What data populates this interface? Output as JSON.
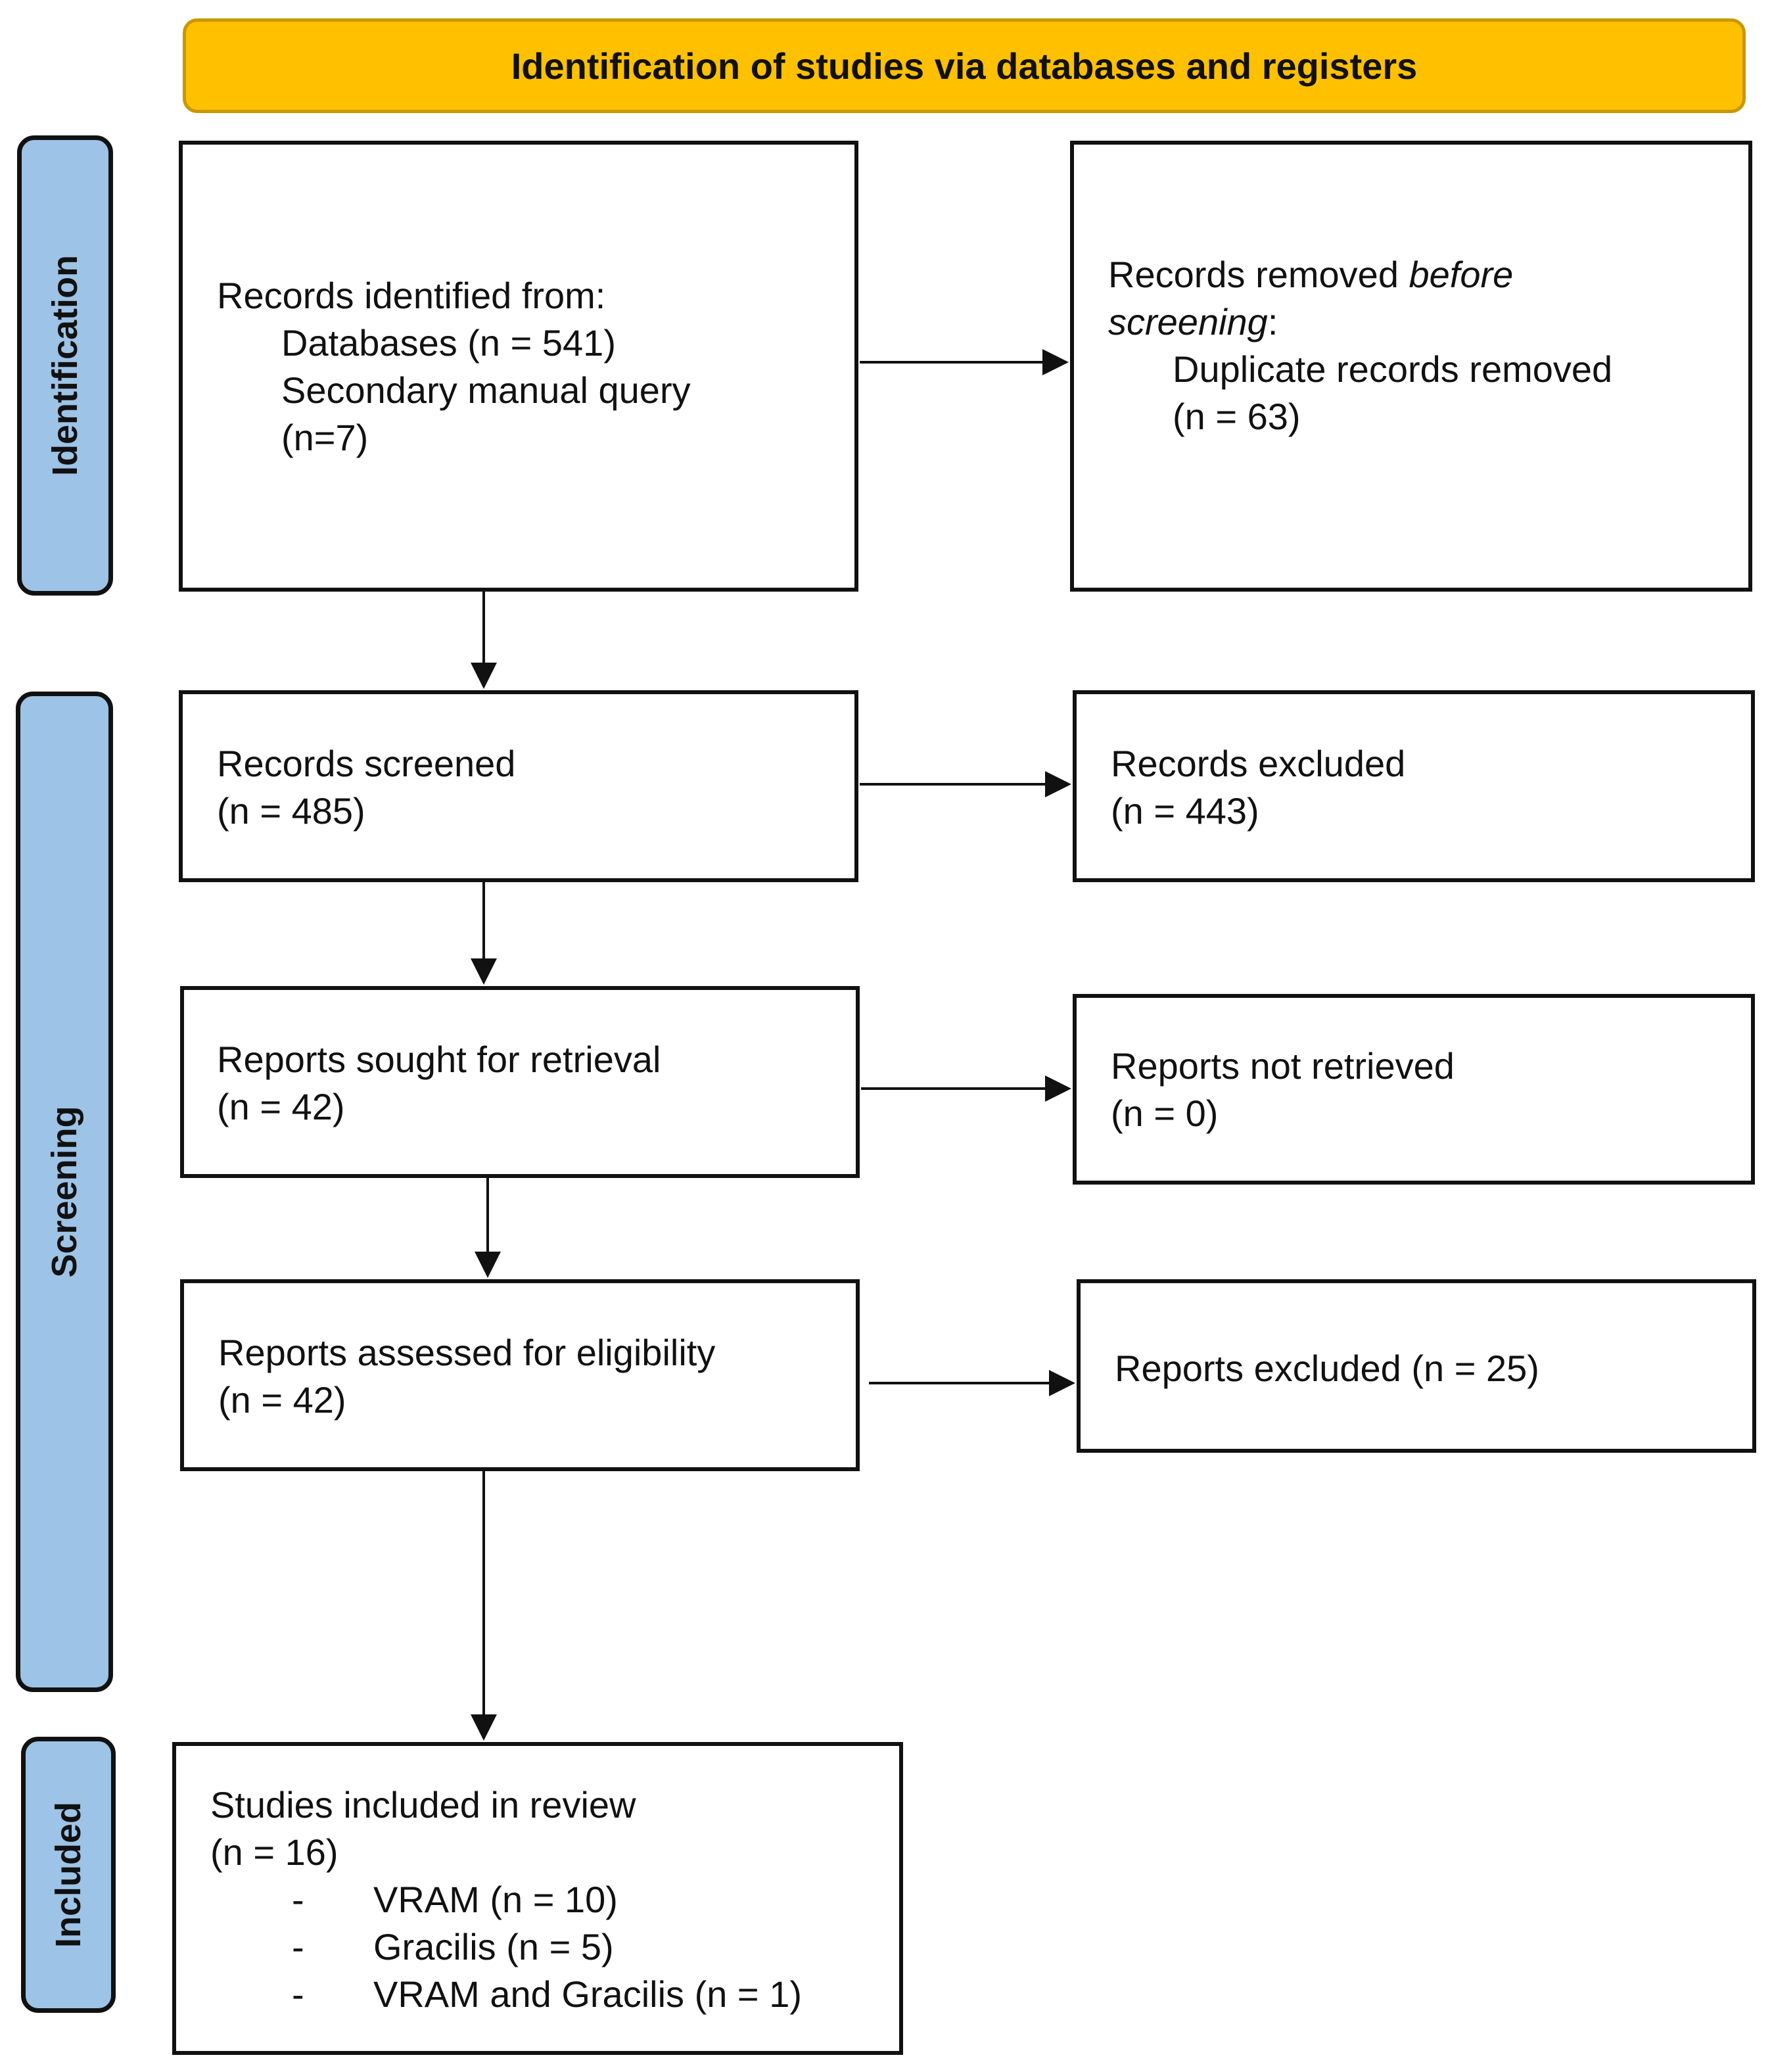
{
  "header": {
    "title": "Identification of studies via databases and registers"
  },
  "phases": {
    "identification": "Identification",
    "screening": "Screening",
    "included": "Included"
  },
  "identification": {
    "records_identified": {
      "title": "Records identified from:",
      "databases": "Databases (n = 541)",
      "secondary": "Secondary manual query",
      "secondary_n": "(n=7)"
    },
    "records_removed": {
      "line1_prefix": "Records removed ",
      "line1_italic": "before",
      "line2_italic": "screening",
      "line2_suffix": ":",
      "duplicates": "Duplicate records removed",
      "duplicates_n": "(n = 63)"
    }
  },
  "screening": {
    "records_screened": {
      "title": "Records screened",
      "n": "(n = 485)"
    },
    "records_excluded": {
      "title": "Records excluded",
      "n": "(n = 443)"
    },
    "reports_sought": {
      "title": "Reports sought for retrieval",
      "n": "(n = 42)"
    },
    "reports_not_retrieved": {
      "title": "Reports not retrieved",
      "n": "(n = 0)"
    },
    "reports_assessed": {
      "title": "Reports assessed for eligibility",
      "n": "(n = 42)"
    },
    "reports_excluded": {
      "title": "Reports excluded (n = 25)"
    }
  },
  "included": {
    "studies": {
      "title": "Studies included in review",
      "n": "(n = 16)",
      "items": [
        {
          "dash": "-",
          "label": "VRAM (n = 10)"
        },
        {
          "dash": "-",
          "label": "Gracilis (n = 5)"
        },
        {
          "dash": "-",
          "label": "VRAM and Gracilis (n = 1)"
        }
      ]
    }
  },
  "colors": {
    "header_fill": "#FFC000",
    "header_border": "#C99700",
    "phase_fill": "#9DC3E6",
    "line": "#111111"
  }
}
